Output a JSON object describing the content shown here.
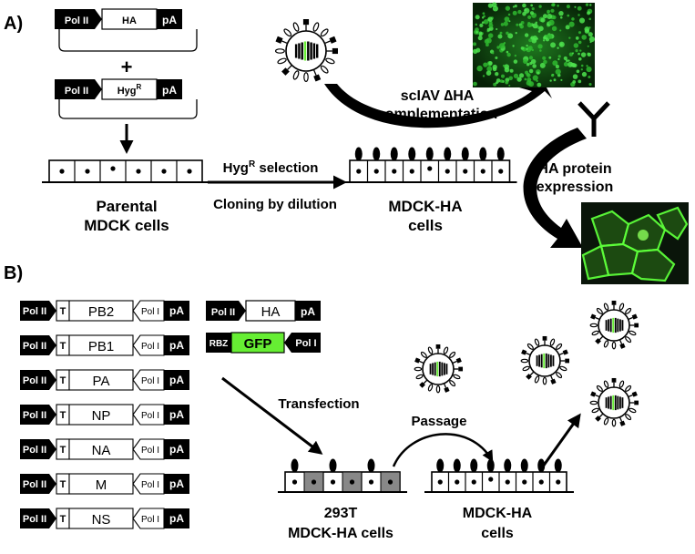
{
  "panel_a": {
    "label": "A)",
    "plasmid_ha": {
      "promoter": "Pol II",
      "gene": "HA",
      "polya": "pA"
    },
    "plus": "+",
    "plasmid_hyg": {
      "promoter": "Pol II",
      "gene": "Hyg",
      "gene_sup": "R",
      "polya": "pA"
    },
    "parental": {
      "line1": "Parental",
      "line2": "MDCK cells"
    },
    "selection": {
      "prefix": "Hyg",
      "sup": "R",
      "suffix": " selection"
    },
    "cloning": "Cloning by dilution",
    "mdck_ha": {
      "line1": "MDCK-HA",
      "line2": "cells"
    },
    "complementation": {
      "line1": "scIAV ∆HA",
      "line2": "complementation"
    },
    "protein": {
      "line1": "HA protein",
      "line2": "expression"
    }
  },
  "panel_b": {
    "label": "B)",
    "segments": [
      {
        "promoter": "Pol II",
        "t": "T",
        "gene": "PB2",
        "pol1": "Pol I",
        "polya": "pA"
      },
      {
        "promoter": "Pol II",
        "t": "T",
        "gene": "PB1",
        "pol1": "Pol I",
        "polya": "pA"
      },
      {
        "promoter": "Pol II",
        "t": "T",
        "gene": "PA",
        "pol1": "Pol I",
        "polya": "pA"
      },
      {
        "promoter": "Pol II",
        "t": "T",
        "gene": "NP",
        "pol1": "Pol I",
        "polya": "pA"
      },
      {
        "promoter": "Pol II",
        "t": "T",
        "gene": "NA",
        "pol1": "Pol I",
        "polya": "pA"
      },
      {
        "promoter": "Pol II",
        "t": "T",
        "gene": "M",
        "pol1": "Pol I",
        "polya": "pA"
      },
      {
        "promoter": "Pol II",
        "t": "T",
        "gene": "NS",
        "pol1": "Pol I",
        "polya": "pA"
      }
    ],
    "ha_plasmid": {
      "promoter": "Pol II",
      "gene": "HA",
      "polya": "pA"
    },
    "gfp": {
      "rbz": "RBZ",
      "gene": "GFP",
      "pol1": "Pol I"
    },
    "transfection": "Transfection",
    "passage": "Passage",
    "cells_293t": {
      "line1": "293T",
      "line2": "MDCK-HA cells"
    },
    "mdck_ha": {
      "line1": "MDCK-HA",
      "line2": "cells"
    }
  },
  "colors": {
    "gfp_green": "#66ee33",
    "black": "#000000",
    "gray": "#888888"
  }
}
